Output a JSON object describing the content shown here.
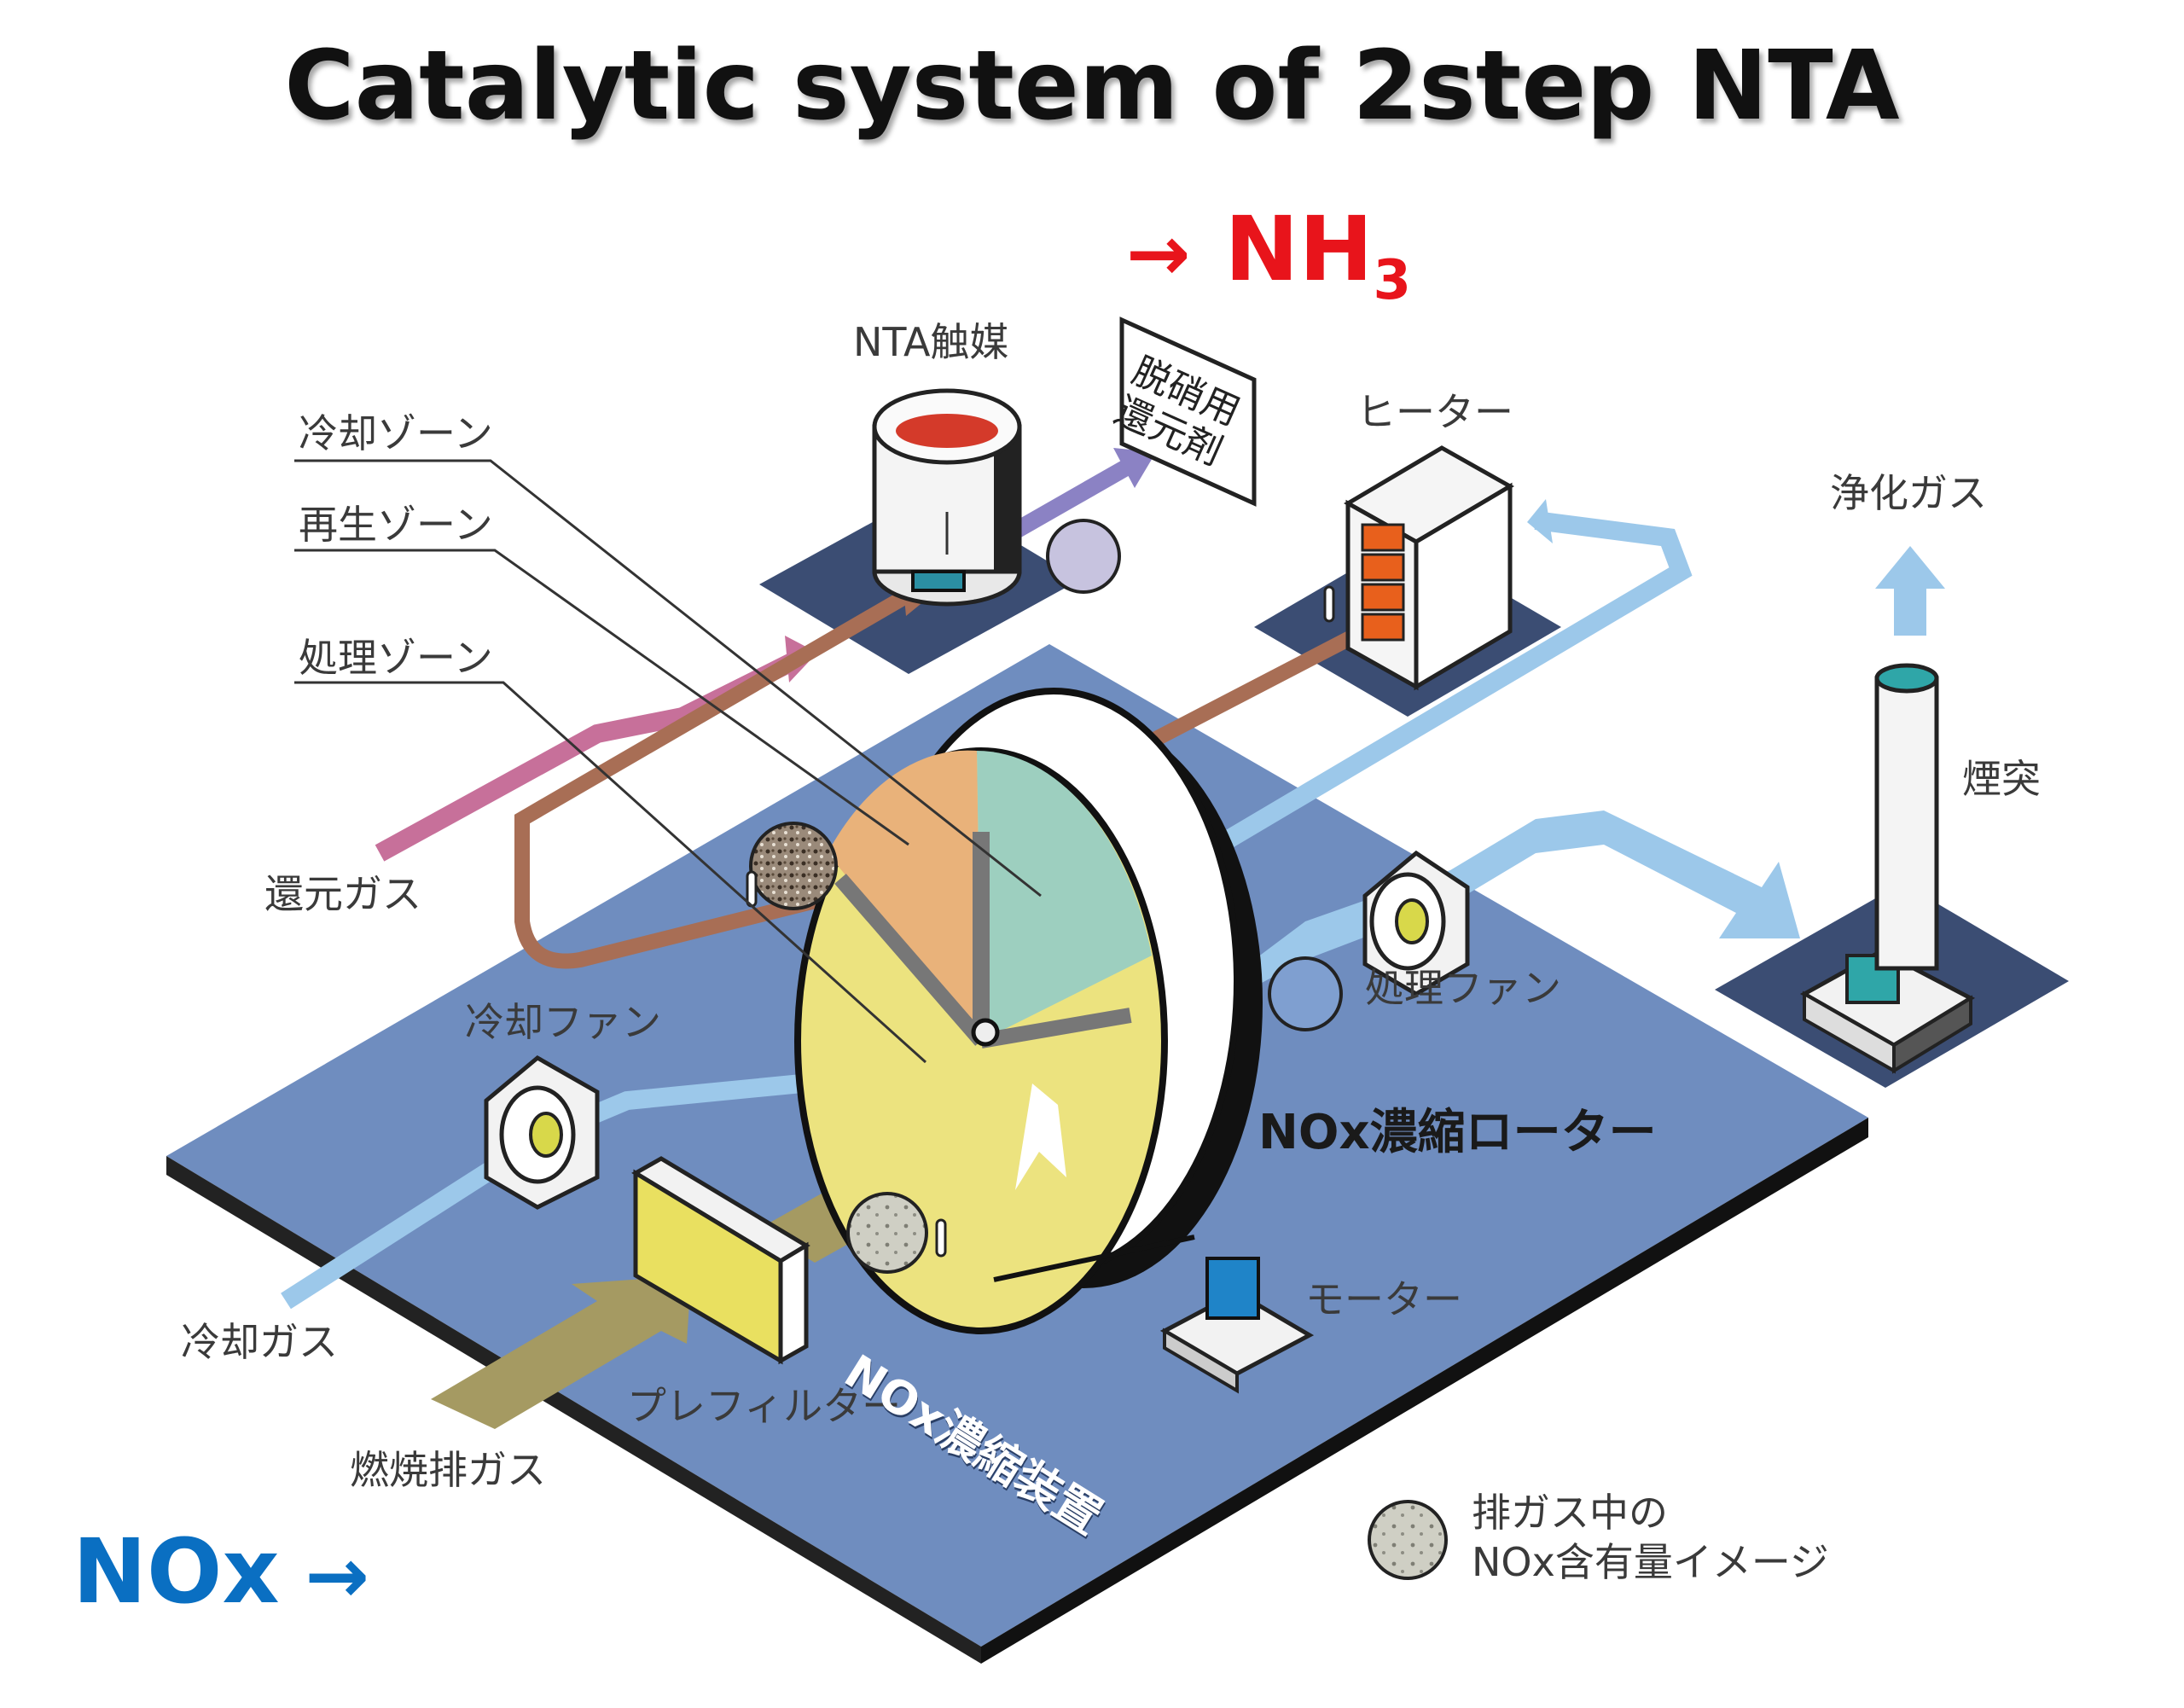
{
  "title": "Catalytic system of 2step NTA",
  "highlight": {
    "arrow_right": "→",
    "nh3_main": "NH",
    "nh3_sub": "3",
    "nox": "NOx"
  },
  "labels": {
    "nta_catalyst": "NTA触媒",
    "reductant_line1": "脱硝用",
    "reductant_line2": "還元剤",
    "heater": "ヒーター",
    "purified_gas": "浄化ガス",
    "cooling_zone": "冷却ゾーン",
    "regeneration_zone": "再生ゾーン",
    "treatment_zone": "処理ゾーン",
    "reducing_gas": "還元ガス",
    "chimney": "煙突",
    "treatment_fan": "処理ファン",
    "cooling_fan": "冷却ファン",
    "rotor": "NOx濃縮ローター",
    "motor": "モーター",
    "cooling_gas": "冷却ガス",
    "prefilter": "プレフィルター",
    "combustion_exhaust": "燃焼排ガス",
    "device": "NOx濃縮装置",
    "legend_line1": "排ガス中の",
    "legend_line2": "NOx含有量イメージ"
  },
  "colors": {
    "base_plate": "#6f8dbf",
    "base_side": "#1e1e1e",
    "cool_flow": "#9cc8ea",
    "exhaust_flow": "#a59a62",
    "reducing_flow": "#c7709a",
    "regen_flow": "#a86e55",
    "reductant_flow": "#8b82c4",
    "zone_process": "#ece37f",
    "zone_regen": "#e9b27a",
    "zone_cool": "#9dcfbf",
    "nh3_red": "#e8141b",
    "nox_blue": "#0a6fc2"
  }
}
